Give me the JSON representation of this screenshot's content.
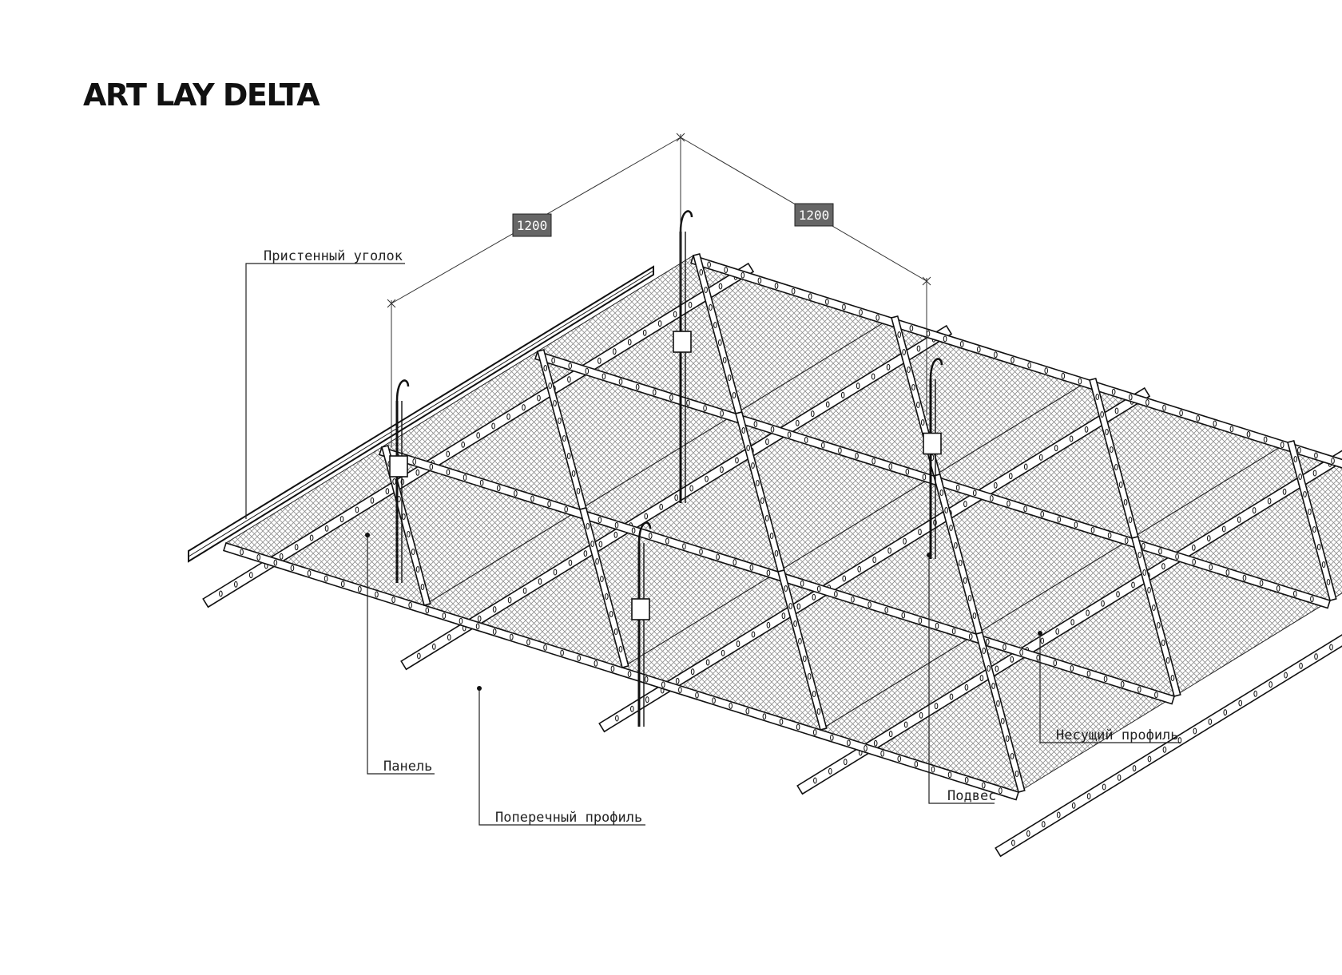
{
  "title": "ART LAY DELTA",
  "dimensions": {
    "left": "1200",
    "right": "1200"
  },
  "callouts": {
    "wall_angle": "Пристенный уголок",
    "panel": "Панель",
    "cross_profile": "Поперечный профиль",
    "hanger": "Подвес",
    "main_profile": "Несущий профиль"
  },
  "colors": {
    "ink": "#111111",
    "badge": "#666666",
    "mesh": "#9a9a9a"
  }
}
